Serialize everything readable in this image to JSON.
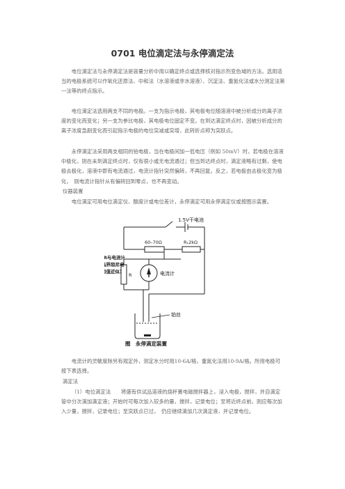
{
  "title": "0701 电位滴定法与永停滴定法",
  "paragraphs": {
    "p1": "电位滴定法与永停滴定法是容量分析中用以确定终点或选择核对指示剂变色域的方法。选用适当的电极系统可以作氧化还原法、中和法（水溶液或非水溶液）、沉淀法、重氮化法或水分测定法第一法等的终点指示。",
    "p2": "电位滴定法选用两支不同的电极。一支为指示电极，其电极电位随溶液中被分析成分的离子浓度的变化而变化；另一支为参比电极，其电极电位固定不变。在到达滴定终点时，因被分析成分的离子浓度急剧变化而引起指示电极的电位突减或突增，此转折点称为突跃点。",
    "p3": "永停滴定法采用两支相同的铂电极，当在电极间加一低电压（例如 50mV）时，若电极在溶液中极化，则在未到滴定终点时，仅有很小或无电流通过；但当到达终点时，滴定液略有过剩，使电极去极化，溶液中即有电流通过，电流计指针突然偏转，不再回复。反之，若电极由去极化变为极化，　则电流计指针从有偏转回到零点，也不再变动。",
    "p4": "电位滴定可用电位滴定仪、酸度计或电位差计，永停滴定可用永停滴定仪或按图示装置。",
    "p5": "电流计的灵敏度除另有规定外，测定水分时用10-6A/格，重氮化法用10-9A/格。所用电极可按下表选择。",
    "p6": "（1）电位滴定法　　将盛有供试品溶液的烧杯置电磁搅拌器上，浸入电极，搅拌，并自滴定管中分次滴加滴定液；开始时可每次加入较多的量，搅拌，记录电位；至将近终点前，则应每次加入少量，搅拌，记录电位；至突跃点已过，　仍应继续滴加几次滴定液，并记录电位。"
  },
  "headings": {
    "apparatus": "仪器装置",
    "method": "滴定法"
  },
  "diagram": {
    "battery_label": "1.5V干电池",
    "resistor1_label": "60–70Ω",
    "resistor2_label": "R₁2kΩ",
    "r_label": "R",
    "galvanometer_label": "电流计",
    "note_label_lines": [
      "(R与电流计",
      "临界阻尼电",
      "阻值近似)"
    ],
    "electrode_label": "铂丝",
    "caption": "图　永停滴定装置"
  }
}
